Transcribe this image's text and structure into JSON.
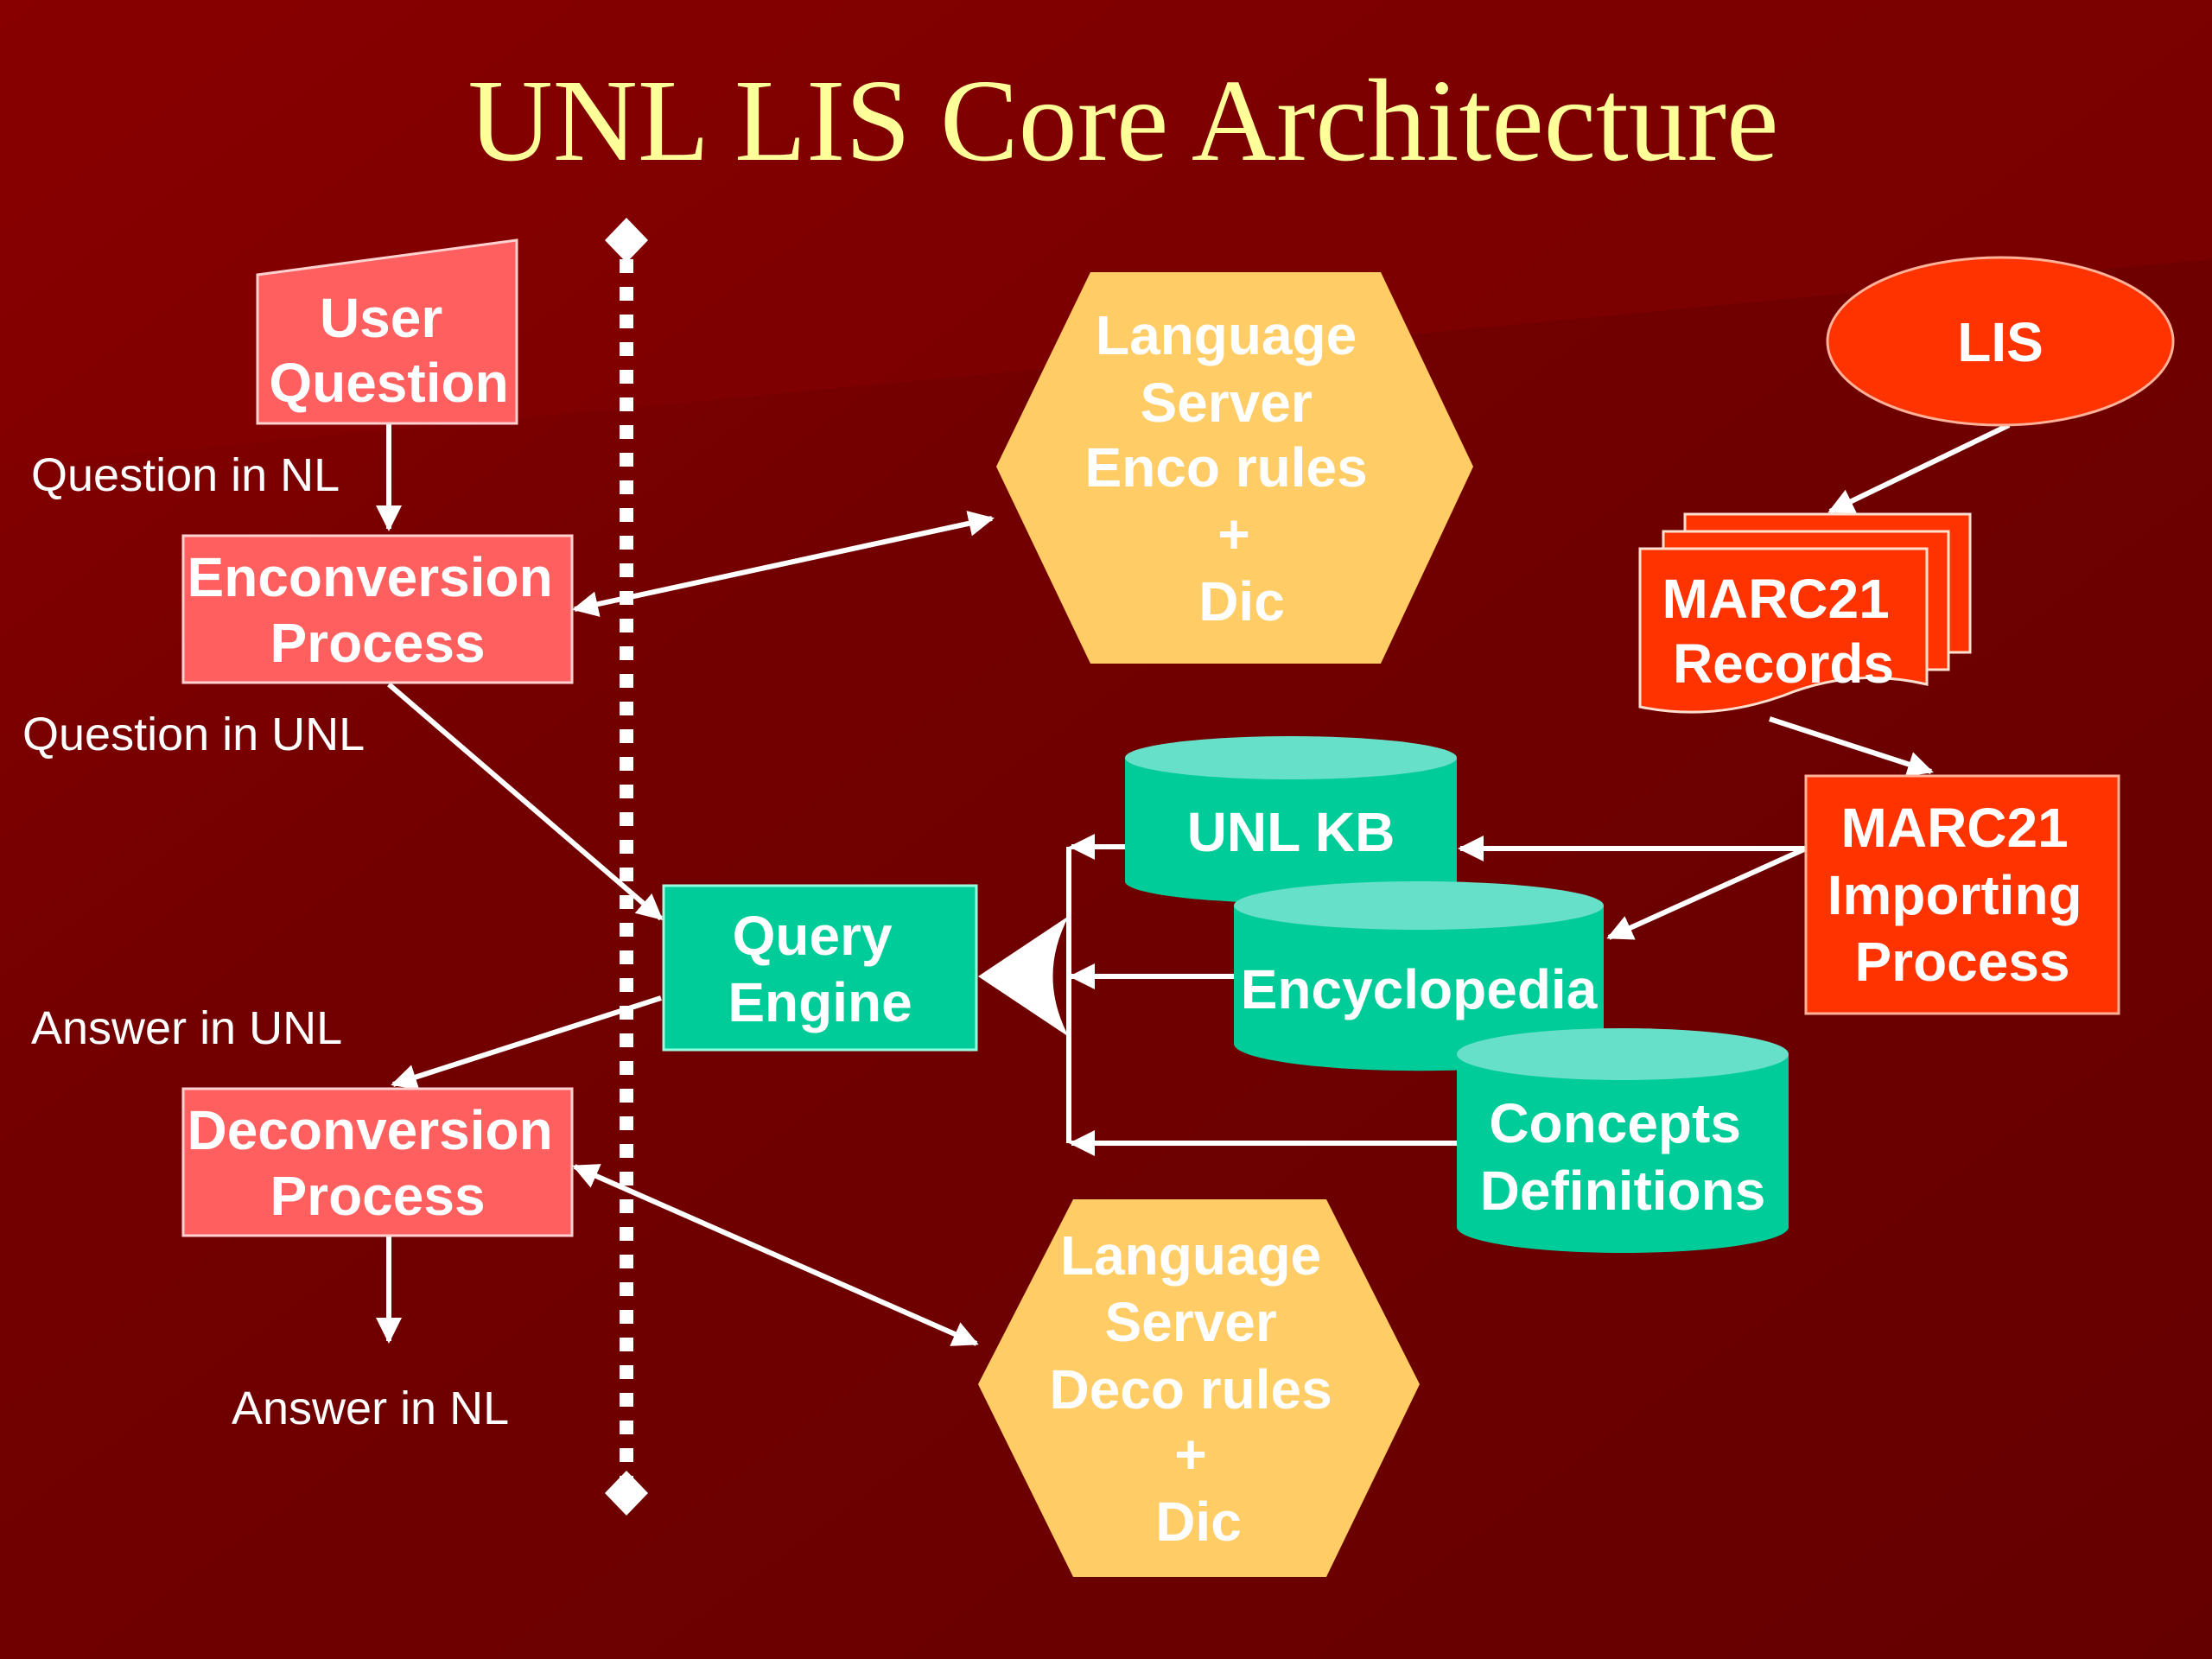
{
  "slide": {
    "title": "UNL LIS Core Architecture"
  },
  "nodes": {
    "user_question": [
      "User",
      "Question"
    ],
    "enconversion": [
      "Enconversion",
      "Process"
    ],
    "deconversion": [
      "Deconversion",
      "Process"
    ],
    "query_engine": [
      "Query",
      "Engine"
    ],
    "language_server_enco": [
      "Language",
      "Server",
      "Enco rules",
      "+",
      "Dic"
    ],
    "language_server_deco": [
      "Language",
      "Server",
      "Deco rules",
      "+",
      "Dic"
    ],
    "lis": [
      "LIS"
    ],
    "marc21_records": [
      "MARC21",
      "Records"
    ],
    "marc21_importing": [
      "MARC21",
      "Importing",
      "Process"
    ],
    "unl_kb": [
      "UNL KB"
    ],
    "encyclopedia": [
      "Encyclopedia"
    ],
    "concepts_definitions": [
      "Concepts",
      "Definitions"
    ]
  },
  "edge_labels": {
    "question_in_nl": "Question in NL",
    "question_in_unl": "Question in UNL",
    "answer_in_unl": "Answer in UNL",
    "answer_in_nl": "Answer in NL"
  },
  "colors": {
    "background": "#6e0000",
    "title": "#ffff99",
    "process_box": "#ff5f5f",
    "hexagon": "#ffcc66",
    "db_body": "#00cc99",
    "db_top": "#66e0c8",
    "lis_orange": "#ff3300",
    "lines": "#ffffff"
  }
}
